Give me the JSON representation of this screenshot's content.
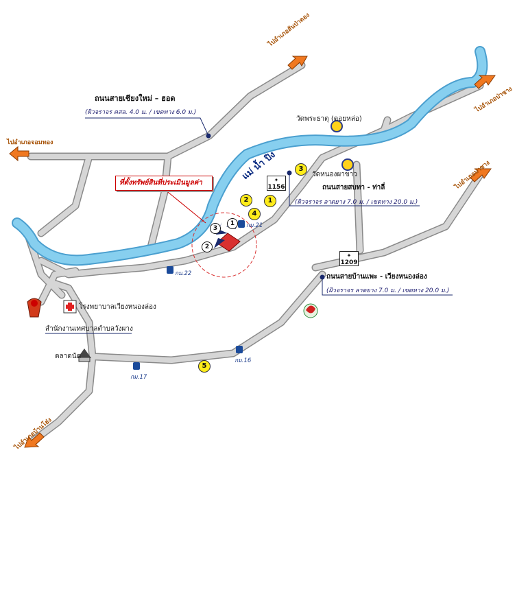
{
  "roads": {
    "chiangmai_hot": {
      "name": "ถนนสายเชียงใหม่ – ฮอด",
      "spec": "(ผิวจราจร คสล. 4.0 ม. / เขตทาง 6.0 ม.)"
    },
    "sopta_thali": {
      "name": "ถนนสายสบทา - ท่าลี่",
      "spec": "(ผิวจราจร ลาดยาง 7.0 ม. / เขตทาง 20.0 ม.)"
    },
    "banphae_wiang": {
      "name": "ถนนสายบ้านแพะ - เวียงหนองล่อง",
      "spec": "(ผิวจราจร ลาดยาง 7.0 ม. / เขตทาง 20.0 ม.)"
    }
  },
  "directions": {
    "top_left": "ไปอำเภอสันป่าตอง",
    "left": "ไปอำเภอจอมทอง",
    "top_right": "ไปอำเภอป่าซาง",
    "right": "ไปอำเภอป่าซาง",
    "bottom_left": "ไปอำเภอบ้านโฮ่ง"
  },
  "river": "แม่ น้ำ ปิง",
  "site_label": "ที่ตั้งทรัพย์สินที่ประเมินมูลค่า",
  "places": {
    "wat_phrathat": "วัดพระธาตุ (ดอยหล่อ)",
    "wat_nongphakhao": "วัดหนองผาขาว",
    "hospital": "โรงพยาบาลเวียงหนองล่อง",
    "municipality": "สำนักงานเทศบาลตำบลวังผาง",
    "market": "ตลาดนัด"
  },
  "highways": {
    "h1156": "1156",
    "h1209": "1209"
  },
  "km": {
    "km21": "กม.21",
    "km22": "กม.22",
    "km16": "กม.16",
    "km17": "กม.17"
  },
  "markers": {
    "m1": "1",
    "m2": "2",
    "m3": "3",
    "m4": "4",
    "m5": "5"
  },
  "photo_points": {
    "p1": "1",
    "p2": "2",
    "p3": "3"
  },
  "colors": {
    "river": "#87cfef",
    "road": "#b9b9b9",
    "site": "#d93030",
    "arrow": "#f07820",
    "marker": "#ffec1a"
  }
}
